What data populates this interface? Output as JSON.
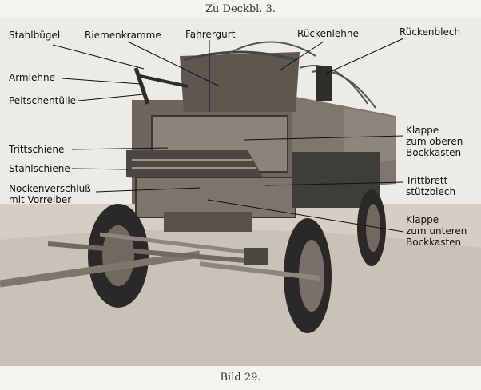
{
  "header": "Zu Deckbl. 3.",
  "caption": "Bild 29.",
  "labels": {
    "stahlbuegel": "Stahlbügel",
    "riemenkramme": "Riemenkramme",
    "fahrergurt": "Fahrergurt",
    "rueckenlehne": "Rückenlehne",
    "rueckenblech": "Rückenblech",
    "armlehne": "Armlehne",
    "peitschentuelle": "Peitschentülle",
    "klappe_oben": "Klappe\nzum oberen\nBockkasten",
    "trittschiene": "Trittschiene",
    "stahlschiene": "Stahlschiene",
    "trittbrett": "Trittbrett-\nstützblech",
    "nockenverschluss": "Nockenverschluß\nmit Vorreiber",
    "klappe_unten": "Klappe\nzum unteren\nBockkasten"
  },
  "colors": {
    "paper": "#f4f3ef",
    "ground": "#d6d2c8",
    "body_dark": "#3c3a36",
    "body_mid": "#6f6b63",
    "body_light": "#9a958b",
    "tire": "#2a2927"
  }
}
